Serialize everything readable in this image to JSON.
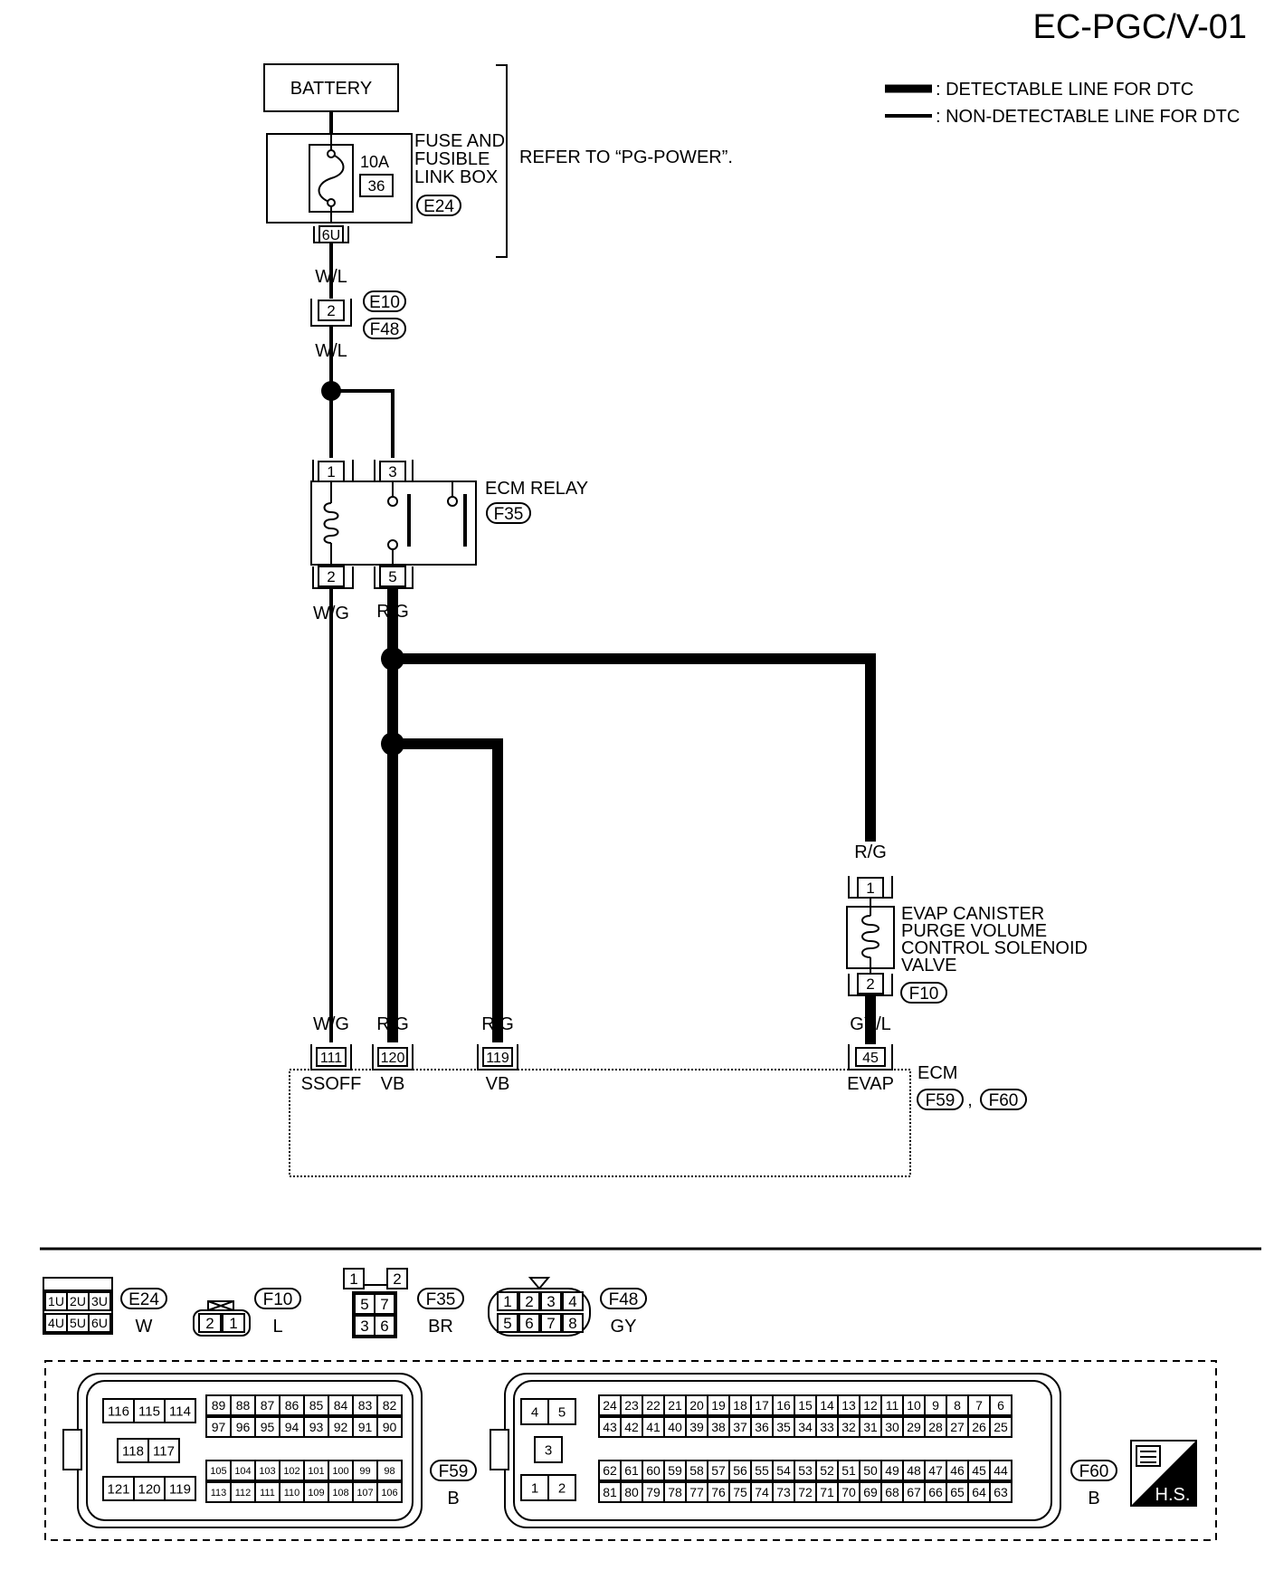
{
  "page_id": "EC-PGC/V-01",
  "legend": {
    "detectable": ": DETECTABLE LINE FOR DTC",
    "non_detectable": ": NON-DETECTABLE LINE FOR DTC"
  },
  "battery": "BATTERY",
  "fuse_box": {
    "name_lines": [
      "FUSE AND",
      "FUSIBLE",
      "LINK BOX"
    ],
    "fuse_rating": "10A",
    "fuse_number": "36",
    "connector": "E24",
    "terminal": "6U",
    "refer": "REFER TO “PG-POWER”."
  },
  "wire_colors": {
    "wl_top": "W/L",
    "wl_bottom": "W/L",
    "wg_relay": "W/G",
    "rg_relay": "R/G",
    "rg_solenoid": "R/G",
    "wg_ecm": "W/G",
    "rg_ecm120": "R/G",
    "rg_ecm119": "R/G",
    "gyl_ecm": "GY/L"
  },
  "joint_connector": {
    "terminal": "2",
    "ref_top": "E10",
    "ref_bottom": "F48"
  },
  "ecm_relay": {
    "name": "ECM RELAY",
    "ref": "F35",
    "pins": {
      "p1": "1",
      "p3": "3",
      "p2": "2",
      "p5": "5"
    }
  },
  "solenoid": {
    "name_lines": [
      "EVAP CANISTER",
      "PURGE VOLUME",
      "CONTROL SOLENOID",
      "VALVE"
    ],
    "ref": "F10",
    "pin_in": "1",
    "pin_out": "2"
  },
  "ecm": {
    "name": "ECM",
    "refs": [
      "F59",
      "F60"
    ],
    "sep": ",",
    "terminals": [
      {
        "pin": "111",
        "signal": "SSOFF"
      },
      {
        "pin": "120",
        "signal": "VB"
      },
      {
        "pin": "119",
        "signal": "VB"
      },
      {
        "pin": "45",
        "signal": "EVAP"
      }
    ]
  },
  "connector_views": {
    "e24": {
      "ref": "E24",
      "color": "W",
      "row1": [
        "1U",
        "2U",
        "3U"
      ],
      "row2": [
        "4U",
        "5U",
        "6U"
      ]
    },
    "f10": {
      "ref": "F10",
      "color": "L",
      "pins": [
        "2",
        "1"
      ]
    },
    "f35": {
      "ref": "F35",
      "color": "BR",
      "top": [
        "1",
        "2"
      ],
      "mid": [
        "5",
        "7"
      ],
      "bot": [
        "3",
        "6"
      ]
    },
    "f48": {
      "ref": "F48",
      "color": "GY",
      "row1": [
        "1",
        "2",
        "3",
        "4"
      ],
      "row2": [
        "5",
        "6",
        "7",
        "8"
      ]
    },
    "f59": {
      "ref": "F59",
      "color": "B",
      "left_row1": [
        "116",
        "115",
        "114"
      ],
      "left_row2": [
        "118",
        "117"
      ],
      "left_row3": [
        "121",
        "120",
        "119"
      ],
      "grid_a1": [
        "89",
        "88",
        "87",
        "86",
        "85",
        "84",
        "83",
        "82"
      ],
      "grid_a2": [
        "97",
        "96",
        "95",
        "94",
        "93",
        "92",
        "91",
        "90"
      ],
      "grid_b1": [
        "105",
        "104",
        "103",
        "102",
        "101",
        "100",
        "99",
        "98"
      ],
      "grid_b2": [
        "113",
        "112",
        "111",
        "110",
        "109",
        "108",
        "107",
        "106"
      ]
    },
    "f60": {
      "ref": "F60",
      "color": "B",
      "left_row1": [
        "4",
        "5"
      ],
      "left_row2": [
        "3"
      ],
      "left_row3": [
        "1",
        "2"
      ],
      "grid_a1": [
        "24",
        "23",
        "22",
        "21",
        "20",
        "19",
        "18",
        "17",
        "16",
        "15",
        "14",
        "13",
        "12",
        "11",
        "10",
        "9",
        "8",
        "7",
        "6"
      ],
      "grid_a2": [
        "43",
        "42",
        "41",
        "40",
        "39",
        "38",
        "37",
        "36",
        "35",
        "34",
        "33",
        "32",
        "31",
        "30",
        "29",
        "28",
        "27",
        "26",
        "25"
      ],
      "grid_b1": [
        "62",
        "61",
        "60",
        "59",
        "58",
        "57",
        "56",
        "55",
        "54",
        "53",
        "52",
        "51",
        "50",
        "49",
        "48",
        "47",
        "46",
        "45",
        "44"
      ],
      "grid_b2": [
        "81",
        "80",
        "79",
        "78",
        "77",
        "76",
        "75",
        "74",
        "73",
        "72",
        "71",
        "70",
        "69",
        "68",
        "67",
        "66",
        "65",
        "64",
        "63"
      ]
    }
  },
  "hs_badge": "H.S."
}
